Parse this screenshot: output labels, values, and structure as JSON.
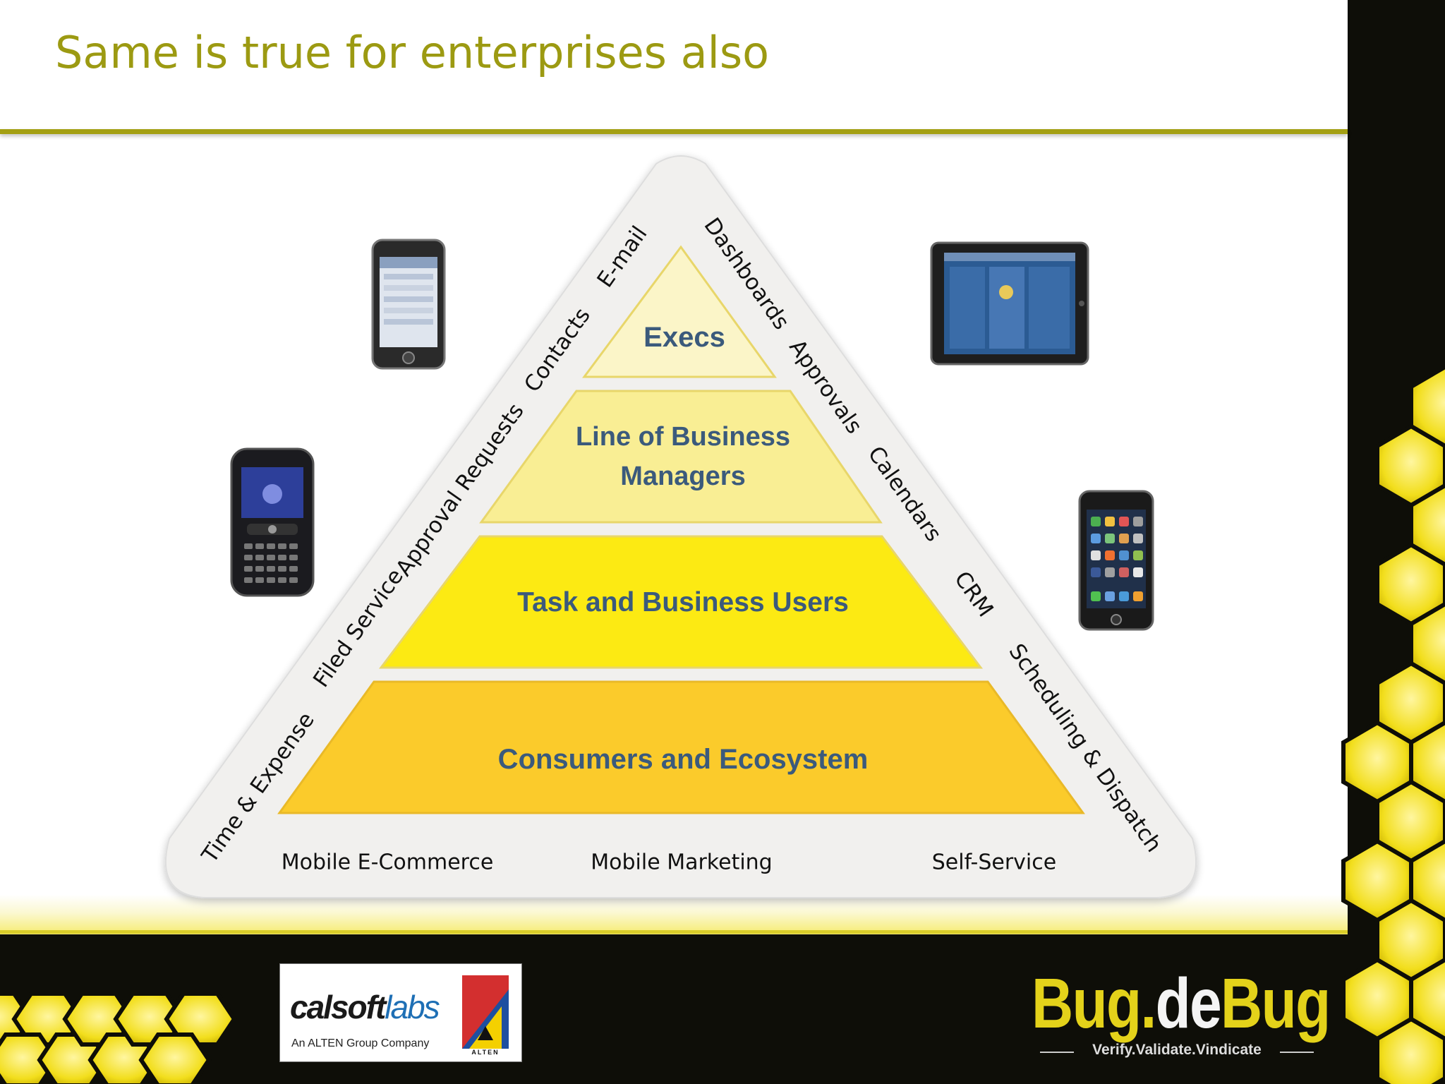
{
  "slide": {
    "title": "Same is true for enterprises also"
  },
  "pyramid": {
    "tiers": [
      {
        "id": "execs",
        "lines": [
          "Execs"
        ],
        "color": "#fbf5c8"
      },
      {
        "id": "lob",
        "lines": [
          "Line of Business",
          "Managers"
        ],
        "color": "#f9ee94"
      },
      {
        "id": "task",
        "lines": [
          "Task and Business Users"
        ],
        "color": "#fcea13"
      },
      {
        "id": "consumers",
        "lines": [
          "Consumers and Ecosystem"
        ],
        "color": "#fbcb2b"
      }
    ],
    "left_labels": [
      "E-mail",
      "Contacts",
      "Approval Requests",
      "Filed Service",
      "Time & Expense"
    ],
    "right_labels": [
      "Dashboards",
      "Approvals",
      "Calendars",
      "CRM",
      "Scheduling & Dispatch"
    ],
    "base_labels": [
      "Mobile E-Commerce",
      "Mobile Marketing",
      "Self-Service"
    ],
    "label_color": "#3b5a7c"
  },
  "devices": [
    {
      "name": "ipod-touch",
      "kind": "phone"
    },
    {
      "name": "ipad",
      "kind": "tablet"
    },
    {
      "name": "blackberry",
      "kind": "keyboard-phone"
    },
    {
      "name": "iphone",
      "kind": "phone"
    }
  ],
  "footer": {
    "calsoft_word": "calsoft",
    "calsoft_labs": "labs",
    "calsoft_sub": "An ALTEN Group Company",
    "alten_word": "ALTEN",
    "bug_logo_a": "Bug",
    "bug_logo_dot": ".",
    "bug_logo_b": "de",
    "bug_logo_c": "Bug",
    "bug_tagline": "Verify.Validate.Vindicate"
  },
  "colors": {
    "title": "#9c9a12",
    "accent_rule": "#a39f12",
    "honeycomb": "#f3e021",
    "dark_band": "#0e0e08"
  }
}
